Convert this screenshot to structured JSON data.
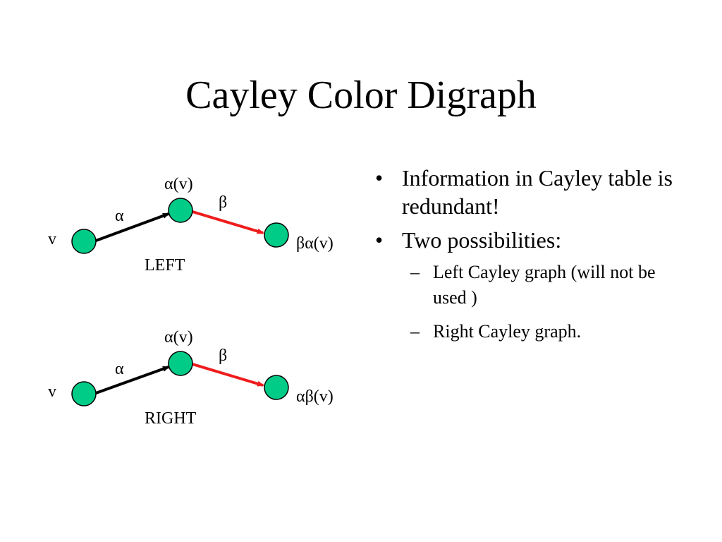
{
  "title": "Cayley Color Digraph",
  "colors": {
    "node_fill": "#00cc88",
    "node_stroke": "#000000",
    "alpha_edge": "#000000",
    "beta_edge": "#ee1c1c"
  },
  "diagrams": [
    {
      "caption": "LEFT",
      "start_label": "v",
      "alpha_label": "α",
      "mid_label": "α(v)",
      "beta_label": "β",
      "end_label": "βα(v)"
    },
    {
      "caption": "RIGHT",
      "start_label": "v",
      "alpha_label": "α",
      "mid_label": "α(v)",
      "beta_label": "β",
      "end_label": "αβ(v)"
    }
  ],
  "bullets": [
    {
      "marker": "•",
      "text": "Information in Cayley table is redundant!"
    },
    {
      "marker": "•",
      "text": "Two possibilities:",
      "sub": [
        {
          "marker": "–",
          "text": "Left Cayley graph (will not be used )"
        },
        {
          "marker": "–",
          "text": "Right Cayley graph."
        }
      ]
    }
  ]
}
